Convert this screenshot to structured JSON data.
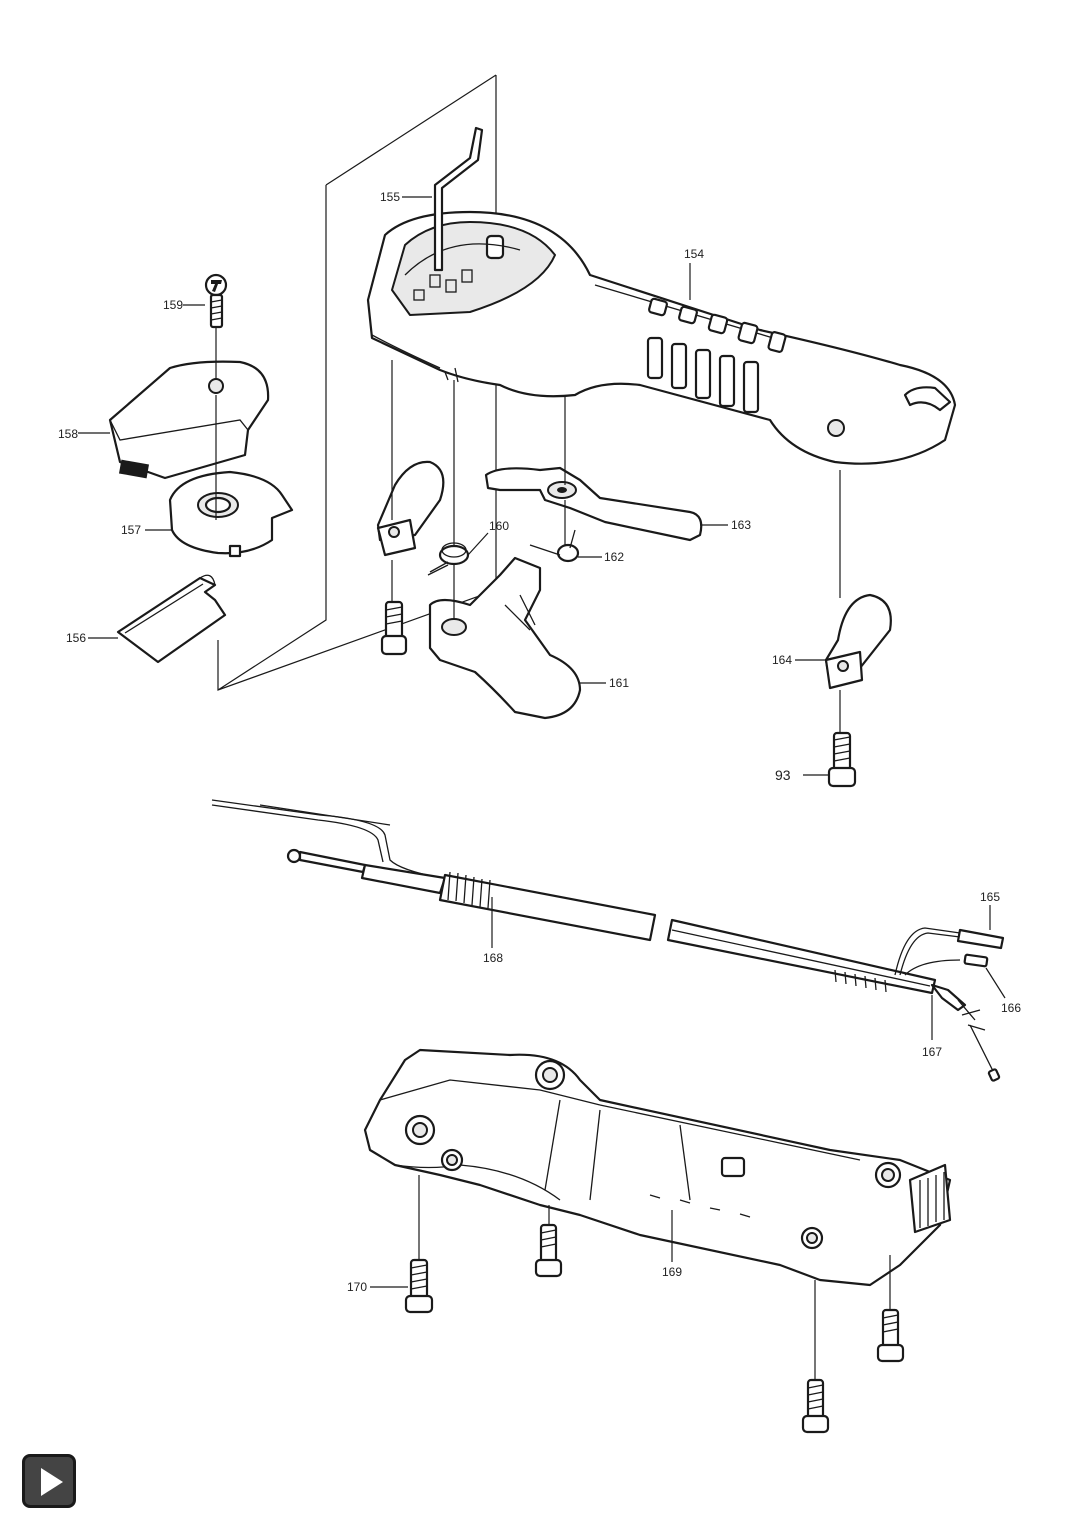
{
  "labels": {
    "p93": "93",
    "p154": "154",
    "p155": "155",
    "p156": "156",
    "p157": "157",
    "p158": "158",
    "p159": "159",
    "p160": "160",
    "p161": "161",
    "p162": "162",
    "p163": "163",
    "p164": "164",
    "p165": "165",
    "p166": "166",
    "p167": "167",
    "p168": "168",
    "p169": "169",
    "p170": "170"
  },
  "nav": {
    "icon": "play-icon"
  }
}
